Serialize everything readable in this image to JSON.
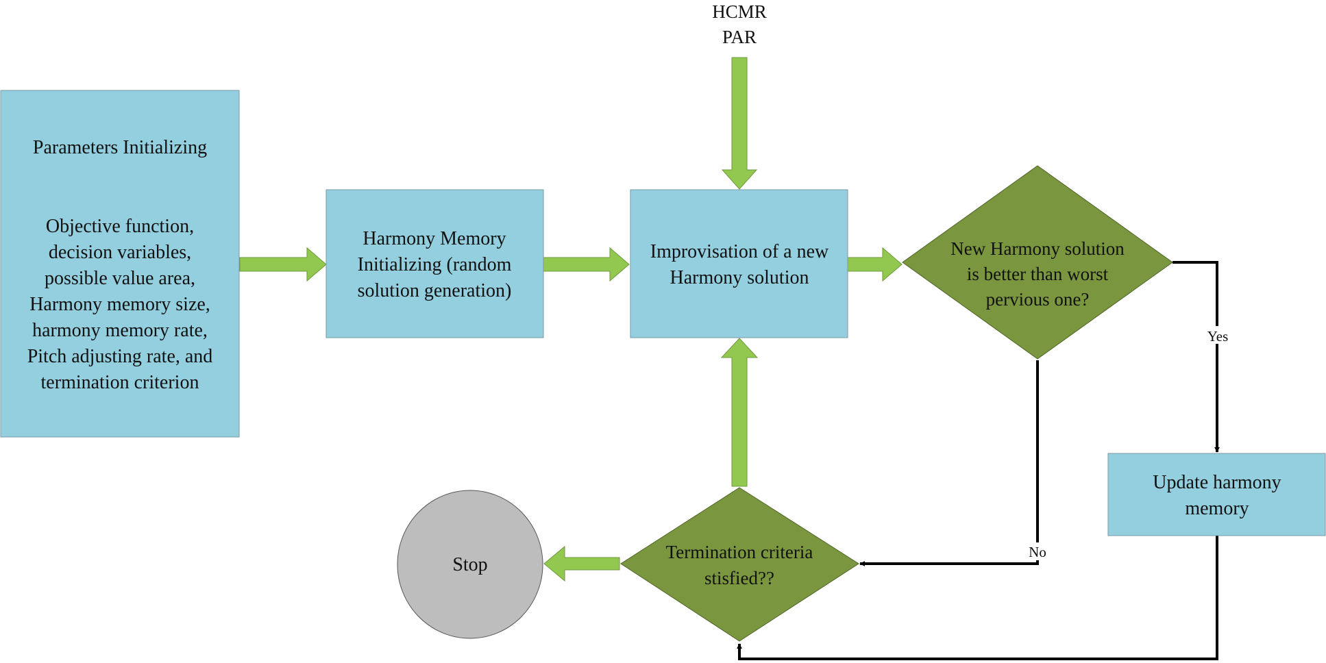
{
  "colors": {
    "box": "#93cfde",
    "decision": "#7a963f",
    "stop": "#bdbdbd",
    "arrow": "#92c850",
    "line": "#000000"
  },
  "inputs": {
    "hcmr": "HCMR",
    "par": "PAR"
  },
  "params_box": {
    "title": "Parameters Initializing",
    "lines": [
      "Objective function,",
      "decision variables,",
      "possible value area,",
      "Harmony memory size,",
      "harmony memory rate,",
      "Pitch adjusting rate, and",
      "termination criterion"
    ]
  },
  "hm_box": {
    "lines": [
      "Harmony Memory",
      "Initializing (random",
      "solution generation)"
    ]
  },
  "improv_box": {
    "lines": [
      "Improvisation of a new",
      "Harmony solution"
    ]
  },
  "decision_better": {
    "lines": [
      "New Harmony solution",
      "is better than worst",
      "pervious one?"
    ]
  },
  "update_box": {
    "lines": [
      "Update harmony",
      "memory"
    ]
  },
  "decision_term": {
    "lines": [
      "Termination criteria",
      "stisfied??"
    ]
  },
  "stop": {
    "label": "Stop"
  },
  "edge_labels": {
    "yes": "Yes",
    "no": "No"
  }
}
